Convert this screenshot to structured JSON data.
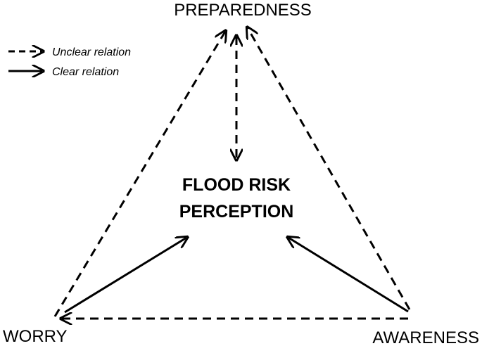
{
  "nodes": {
    "preparedness": "PREPAREDNESS",
    "worry": "WORRY",
    "awareness": "AWARENESS",
    "center_line1": "FLOOD RISK",
    "center_line2": "PERCEPTION"
  },
  "legend": {
    "unclear": "Unclear relation",
    "clear": "Clear relation"
  },
  "relations": [
    {
      "from": "worry",
      "to": "preparedness",
      "type": "unclear"
    },
    {
      "from": "awareness",
      "to": "preparedness",
      "type": "unclear"
    },
    {
      "from": "preparedness",
      "to": "flood-risk-perception",
      "type": "unclear",
      "bidirectional": true
    },
    {
      "from": "awareness",
      "to": "worry",
      "type": "unclear"
    },
    {
      "from": "worry",
      "to": "flood-risk-perception",
      "type": "clear"
    },
    {
      "from": "awareness",
      "to": "flood-risk-perception",
      "type": "clear"
    }
  ]
}
